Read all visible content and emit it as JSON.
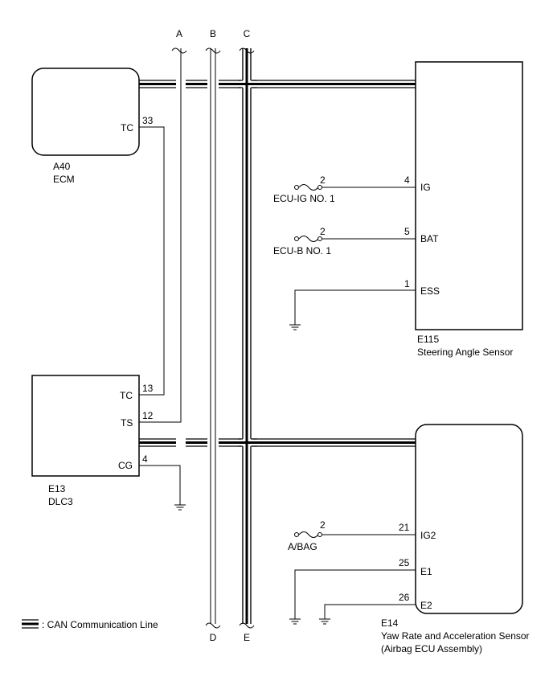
{
  "buses": {
    "a": "A",
    "b": "B",
    "c": "C",
    "d": "D",
    "e": "E"
  },
  "ecm": {
    "code": "A40",
    "name": "ECM",
    "tc_label": "TC",
    "tc_pin": "33"
  },
  "dlc3": {
    "code": "E13",
    "name": "DLC3",
    "tc_label": "TC",
    "tc_pin": "13",
    "ts_label": "TS",
    "ts_pin": "12",
    "cg_label": "CG",
    "cg_pin": "4"
  },
  "steering": {
    "code": "E115",
    "name": "Steering Angle Sensor",
    "ig_label": "IG",
    "ig_pin": "4",
    "bat_label": "BAT",
    "bat_pin": "5",
    "ess_label": "ESS",
    "ess_pin": "1"
  },
  "fuses": {
    "ecu_ig": {
      "name": "ECU-IG NO. 1",
      "pin": "2"
    },
    "ecu_b": {
      "name": "ECU-B NO. 1",
      "pin": "2"
    },
    "abag": {
      "name": "A/BAG",
      "pin": "2"
    }
  },
  "yaw": {
    "code": "E14",
    "name": "Yaw Rate and Acceleration Sensor",
    "sub": "(Airbag ECU Assembly)",
    "ig2_label": "IG2",
    "ig2_pin": "21",
    "e1_label": "E1",
    "e1_pin": "25",
    "e2_label": "E2",
    "e2_pin": "26"
  },
  "legend": {
    "text": ": CAN Communication Line"
  }
}
